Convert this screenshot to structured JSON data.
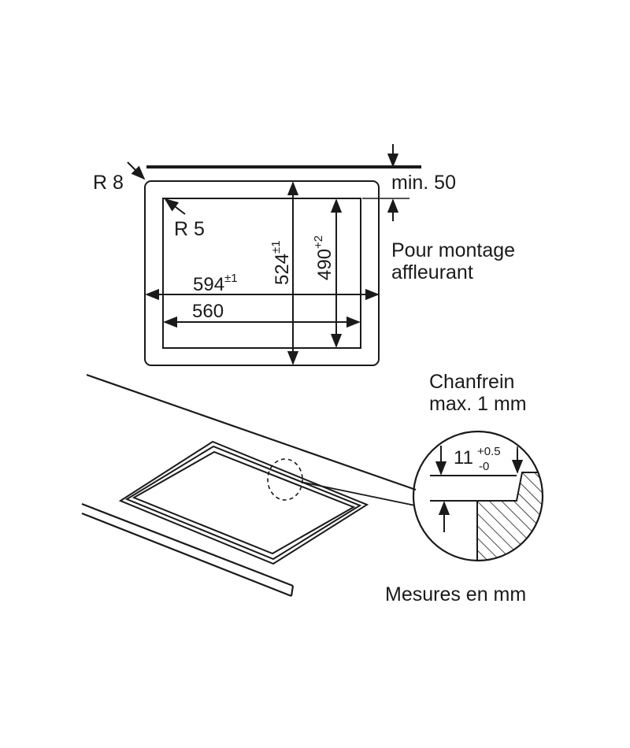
{
  "top_view": {
    "outer_radius": "R 8",
    "inner_radius": "R 5",
    "width_outer": {
      "value": "594",
      "tolerance": "±1"
    },
    "width_inner": {
      "value": "560"
    },
    "depth_outer": {
      "value": "524",
      "tolerance": "±1"
    },
    "depth_inner": {
      "value": "490",
      "tolerance": "+2"
    },
    "clearance": "min. 50",
    "mounting_note": [
      "Pour montage",
      "affleurant"
    ]
  },
  "detail": {
    "chamfer_note": [
      "Chanfrein",
      "max. 1 mm"
    ],
    "depth": {
      "value": "11",
      "tol_plus": "+0.5",
      "tol_minus": "-0"
    }
  },
  "units_note": "Mesures en mm"
}
